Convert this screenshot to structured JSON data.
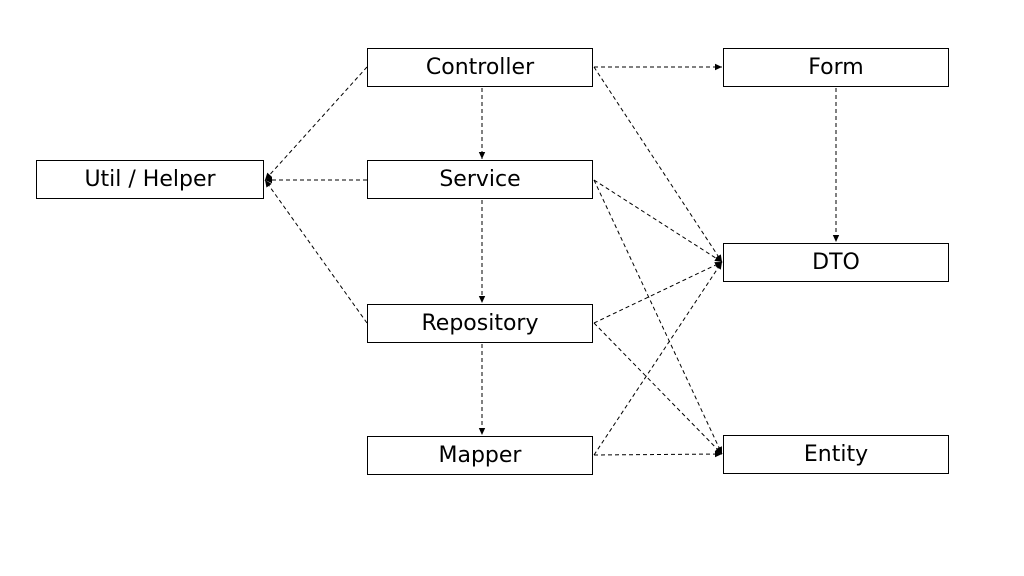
{
  "nodes": {
    "util_helper": "Util / Helper",
    "controller": "Controller",
    "service": "Service",
    "repository": "Repository",
    "mapper": "Mapper",
    "form": "Form",
    "dto": "DTO",
    "entity": "Entity"
  },
  "edges": [
    {
      "from": "controller",
      "to": "form"
    },
    {
      "from": "controller",
      "to": "service"
    },
    {
      "from": "service",
      "to": "repository"
    },
    {
      "from": "repository",
      "to": "mapper"
    },
    {
      "from": "form",
      "to": "dto"
    },
    {
      "from": "controller",
      "to": "dto"
    },
    {
      "from": "service",
      "to": "dto"
    },
    {
      "from": "repository",
      "to": "dto"
    },
    {
      "from": "mapper",
      "to": "dto"
    },
    {
      "from": "service",
      "to": "entity"
    },
    {
      "from": "repository",
      "to": "entity"
    },
    {
      "from": "mapper",
      "to": "entity"
    },
    {
      "from": "controller",
      "to": "util_helper"
    },
    {
      "from": "service",
      "to": "util_helper"
    },
    {
      "from": "repository",
      "to": "util_helper"
    }
  ],
  "colors": {
    "line": "#000000",
    "box_border": "#000000",
    "box_fill": "#ffffff",
    "text": "#000000"
  }
}
